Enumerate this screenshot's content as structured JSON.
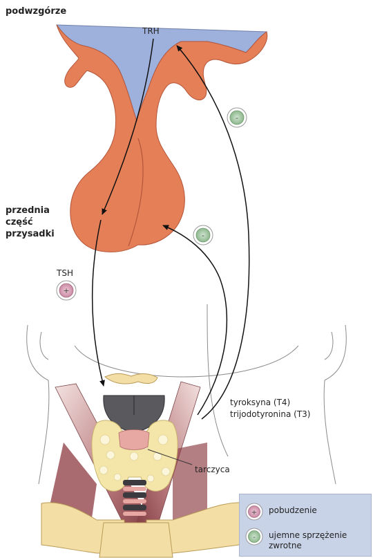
{
  "labels": {
    "hypothalamus": "podwzgórze",
    "pituitary_line1": "przednia",
    "pituitary_line2": "część",
    "pituitary_line3": "przysadki",
    "trh": "TRH",
    "tsh": "TSH",
    "t4": "tyroksyna (T4)",
    "t3": "trijodotyronina (T3)",
    "thyroid": "tarczyca"
  },
  "symbols": {
    "plus": "+",
    "minus": "-"
  },
  "legend": {
    "stimulation": "pobudzenie",
    "negative_feedback_line1": "ujemne sprzężenie",
    "negative_feedback_line2": "zwrotne"
  },
  "colors": {
    "hypothalamus": "#9eb0dc",
    "pituitary": "#e57f57",
    "stimulation_symbol": "#d9a3b8",
    "feedback_symbol": "#a8c8a8",
    "legend_bg": "#c9d3e8"
  }
}
